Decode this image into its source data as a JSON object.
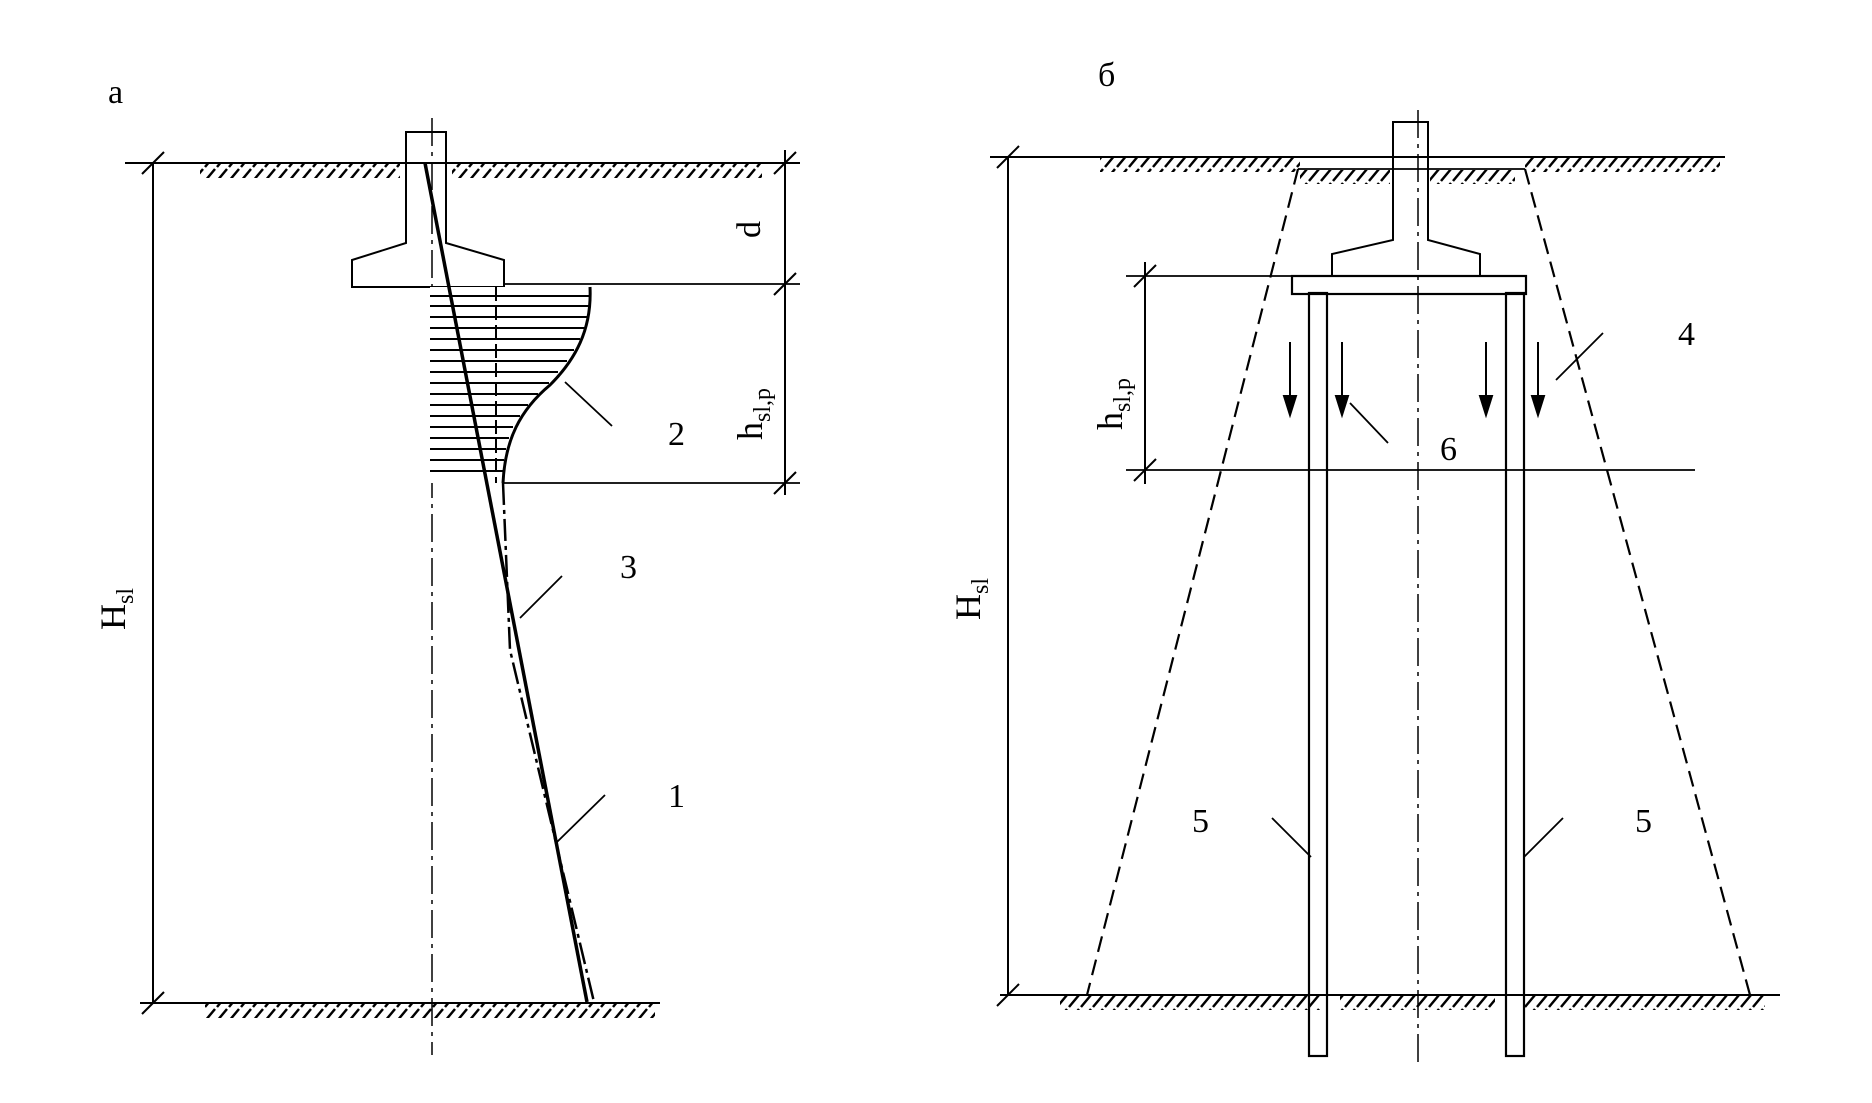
{
  "panel_a": {
    "tag": "а",
    "labels": {
      "H": "H",
      "H_sub": "sl",
      "d": "d",
      "h": "h",
      "h_sub": "sl,p",
      "n1": "1",
      "n2": "2",
      "n3": "3"
    }
  },
  "panel_b": {
    "tag": "б",
    "labels": {
      "H": "H",
      "H_sub": "sl",
      "h": "h",
      "h_sub": "sl,p",
      "n4": "4",
      "n5_left": "5",
      "n5_right": "5",
      "n6": "6"
    }
  }
}
